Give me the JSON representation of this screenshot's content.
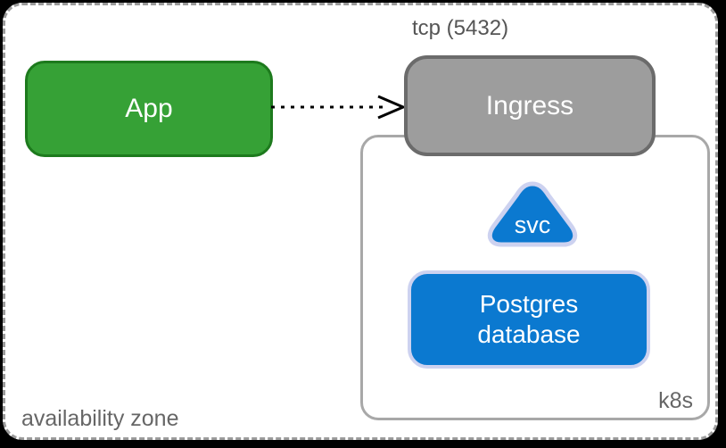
{
  "diagram": {
    "type": "architecture-diagram",
    "background_color": "#000000",
    "canvas_color": "#ffffff",
    "zones": {
      "availability_zone": {
        "label": "availability zone",
        "border_style": "dashed",
        "border_color": "#9b9b9b",
        "label_color": "#666666"
      },
      "k8s": {
        "label": "k8s",
        "border_style": "solid",
        "border_color": "#a8a8a8",
        "label_color": "#666666"
      }
    },
    "nodes": {
      "app": {
        "label": "App",
        "shape": "rounded-rect",
        "fill": "#36a136",
        "stroke": "#1d7a1d",
        "text_color": "#ffffff"
      },
      "ingress": {
        "label": "Ingress",
        "shape": "rounded-rect",
        "fill": "#9d9d9d",
        "stroke": "#6b6b6b",
        "text_color": "#ffffff"
      },
      "svc": {
        "label": "svc",
        "shape": "rounded-triangle",
        "fill": "#0b79d0",
        "stroke": "#cdd2f0",
        "text_color": "#ffffff"
      },
      "postgres": {
        "label_line1": "Postgres",
        "label_line2": "database",
        "shape": "rounded-rect",
        "fill": "#0b79d0",
        "stroke": "#cdd2f0",
        "text_color": "#ffffff"
      }
    },
    "edges": {
      "app_to_ingress": {
        "label": "tcp (5432)",
        "style": "dotted",
        "color": "#000000",
        "arrowhead": "open",
        "label_color": "#555555",
        "source": "App",
        "target": "Ingress"
      }
    }
  }
}
